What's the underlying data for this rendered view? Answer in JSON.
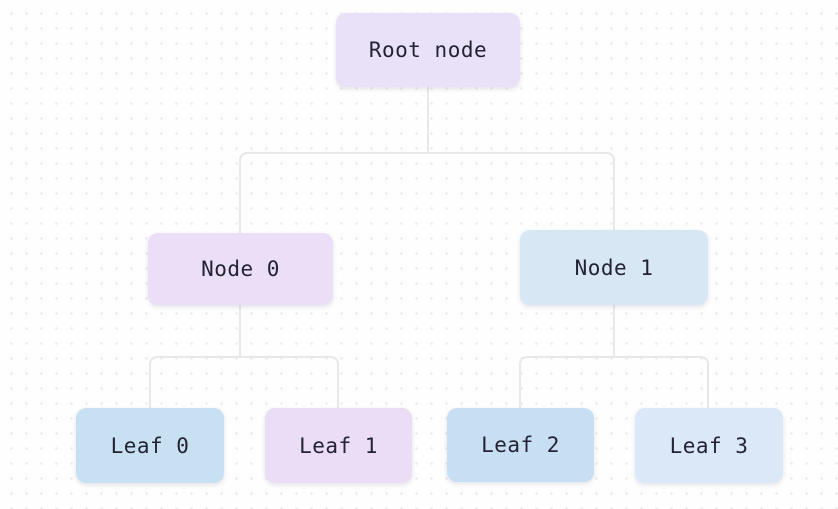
{
  "diagram": {
    "type": "tree",
    "edges": [
      {
        "from": "Root node",
        "to": "Node 0"
      },
      {
        "from": "Root node",
        "to": "Node 1"
      },
      {
        "from": "Node 0",
        "to": "Leaf 0"
      },
      {
        "from": "Node 0",
        "to": "Leaf 1"
      },
      {
        "from": "Node 1",
        "to": "Leaf 2"
      },
      {
        "from": "Node 1",
        "to": "Leaf 3"
      }
    ]
  },
  "nodes": {
    "root": {
      "label": "Root node",
      "fill": "#e8e1f8"
    },
    "node0": {
      "label": "Node 0",
      "fill": "#ebdff7"
    },
    "node1": {
      "label": "Node 1",
      "fill": "#d8e7f4"
    },
    "leaf0": {
      "label": "Leaf 0",
      "fill": "#c7e1f2"
    },
    "leaf1": {
      "label": "Leaf 1",
      "fill": "#eaddf5"
    },
    "leaf2": {
      "label": "Leaf 2",
      "fill": "#c8def3"
    },
    "leaf3": {
      "label": "Leaf 3",
      "fill": "#dae8f8"
    }
  },
  "theme": {
    "canvas_background": "#fefefe",
    "dot_grid_color": "#e7e7e7",
    "edge_color": "#e8e8e8",
    "node_text_color": "#232334"
  }
}
